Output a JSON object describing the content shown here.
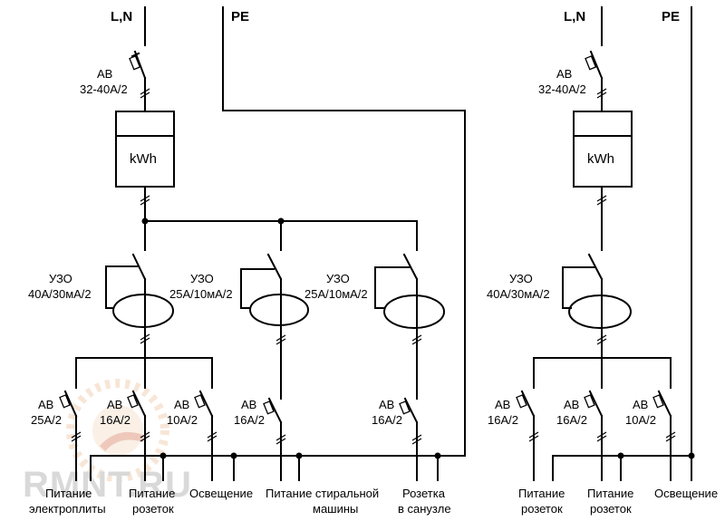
{
  "bus": {
    "ln": "L,N",
    "pe": "PE"
  },
  "panel_left": {
    "main_breaker": {
      "line1": "АВ",
      "line2": "32-40А/2"
    },
    "meter": "kWh",
    "rcds": [
      {
        "line1": "УЗО",
        "line2": "40А/30мА/2"
      },
      {
        "line1": "УЗО",
        "line2": "25А/10мА/2"
      },
      {
        "line1": "УЗО",
        "line2": "25А/10мА/2"
      }
    ],
    "breakers": [
      {
        "line1": "АВ",
        "line2": "25А/2"
      },
      {
        "line1": "АВ",
        "line2": "16А/2"
      },
      {
        "line1": "АВ",
        "line2": "10А/2"
      },
      {
        "line1": "АВ",
        "line2": "16А/2"
      },
      {
        "line1": "АВ",
        "line2": "16А/2"
      }
    ],
    "loads": [
      {
        "line1": "Питание",
        "line2": "электроплиты"
      },
      {
        "line1": "Питание",
        "line2": "розеток"
      },
      {
        "line1": "Освещение",
        "line2": ""
      },
      {
        "line1": "Питание стиральной",
        "line2": "машины"
      },
      {
        "line1": "Розетка",
        "line2": "в санузле"
      }
    ]
  },
  "panel_right": {
    "main_breaker": {
      "line1": "АВ",
      "line2": "32-40А/2"
    },
    "meter": "kWh",
    "rcd": {
      "line1": "УЗО",
      "line2": "40А/30мА/2"
    },
    "breakers": [
      {
        "line1": "АВ",
        "line2": "16А/2"
      },
      {
        "line1": "АВ",
        "line2": "16А/2"
      },
      {
        "line1": "АВ",
        "line2": "10А/2"
      }
    ],
    "loads": [
      {
        "line1": "Питание",
        "line2": "розеток"
      },
      {
        "line1": "Питание",
        "line2": "розеток"
      },
      {
        "line1": "Освещение",
        "line2": ""
      }
    ]
  },
  "watermark": "RMNT.RU"
}
